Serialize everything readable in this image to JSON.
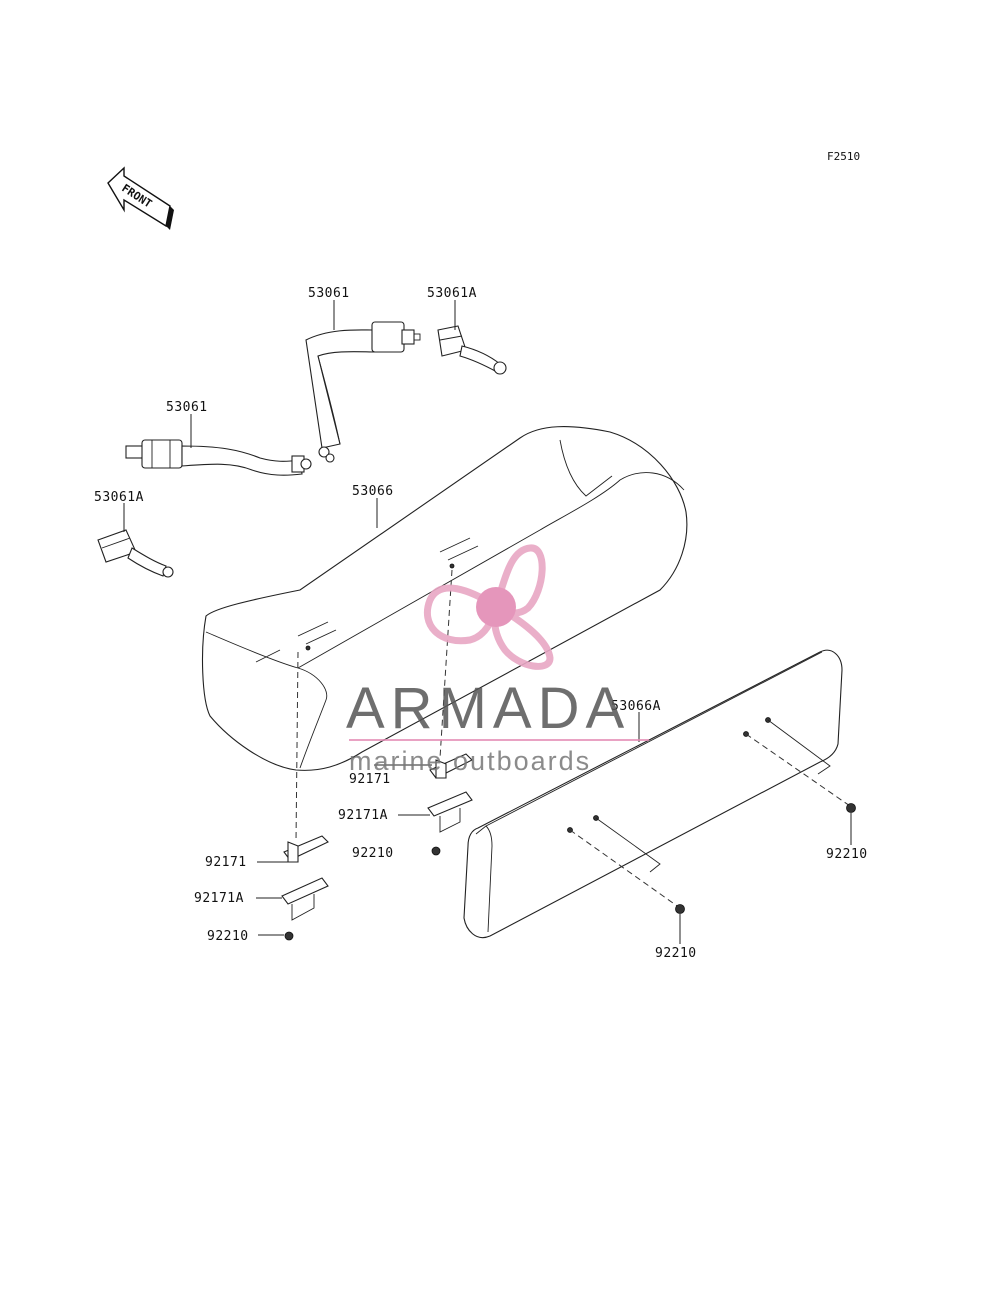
{
  "diagram": {
    "ref_code": "F2510",
    "front_label": "FRONT",
    "parts": {
      "belt_a": "53061",
      "buckle_a": "53061A",
      "belt_b": "53061",
      "buckle_b": "53061A",
      "seat": "53066",
      "backrest": "53066A",
      "bracket_mid": "92171",
      "plate_mid": "92171A",
      "nut_mid": "92210",
      "bracket_left": "92171",
      "plate_left": "92171A",
      "nut_left": "92210",
      "nut_right_top": "92210",
      "nut_right_bottom": "92210"
    }
  },
  "watermark": {
    "brand": "ARMADA",
    "tagline": "marine outboards",
    "colors": {
      "propeller": "#e8a7c4",
      "propeller_hub": "#e38bb4",
      "text": "#555555"
    }
  }
}
